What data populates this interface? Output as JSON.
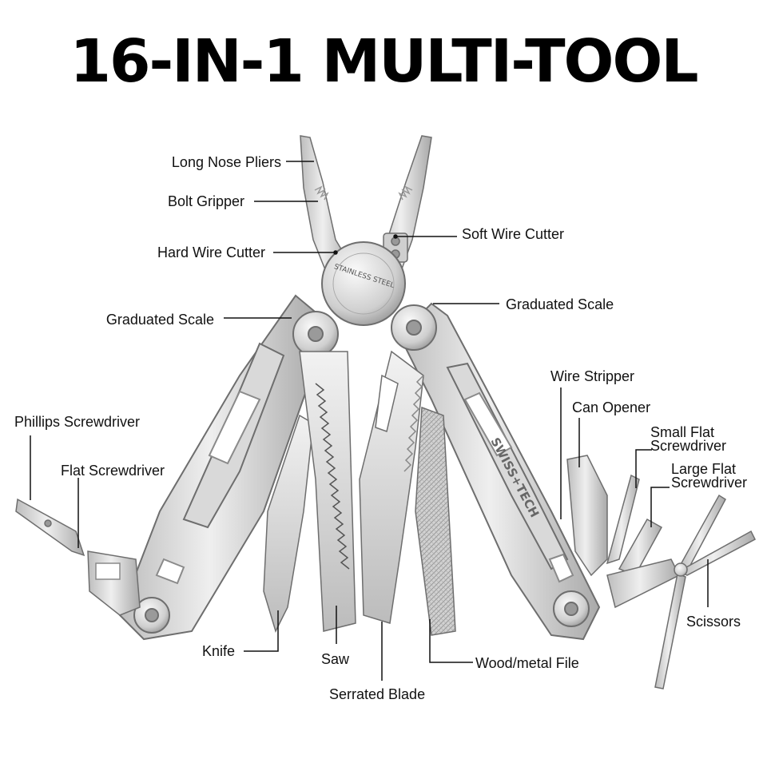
{
  "title": "16-IN-1 MULTI-TOOL",
  "brand_engraving": "SWISS+TECH",
  "pivot_engraving": "STAINLESS STEEL",
  "labels": {
    "long_nose_pliers": "Long Nose Pliers",
    "bolt_gripper": "Bolt Gripper",
    "hard_wire_cutter": "Hard Wire Cutter",
    "graduated_scale_left": "Graduated Scale",
    "soft_wire_cutter": "Soft Wire Cutter",
    "graduated_scale_right": "Graduated Scale",
    "wire_stripper": "Wire Stripper",
    "can_opener": "Can Opener",
    "small_flat_screwdriver_1": "Small Flat",
    "small_flat_screwdriver_2": "Screwdriver",
    "large_flat_screwdriver_1": "Large Flat",
    "large_flat_screwdriver_2": "Screwdriver",
    "phillips_screwdriver": "Phillips Screwdriver",
    "flat_screwdriver": "Flat Screwdriver",
    "knife": "Knife",
    "saw": "Saw",
    "serrated_blade": "Serrated Blade",
    "wood_metal_file": "Wood/metal File",
    "scissors": "Scissors"
  },
  "colors": {
    "steel_light": "#e4e4e4",
    "steel_mid": "#c2c2c2",
    "steel_dark": "#8a8a8a",
    "outline": "#6e6e6e",
    "text": "#111111"
  }
}
